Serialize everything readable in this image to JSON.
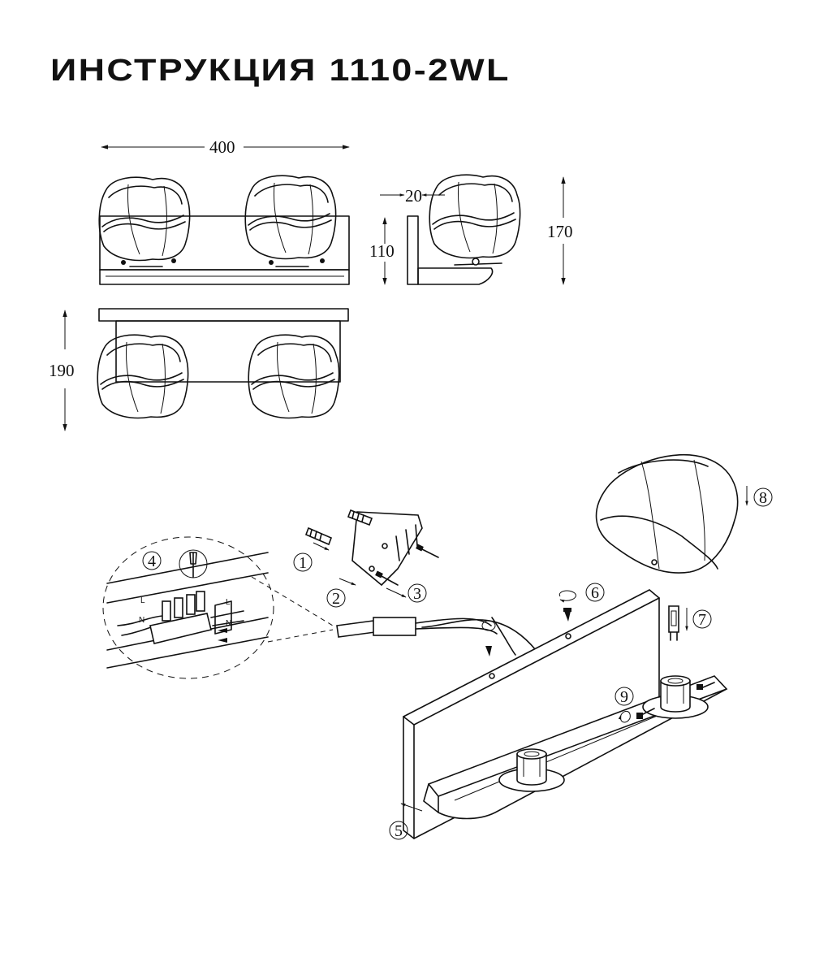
{
  "title": "ИНСТРУКЦИЯ 1110-2WL",
  "dimensions": {
    "width": "400",
    "wall_offset": "20",
    "base_height": "110",
    "total_height": "170",
    "depth": "190"
  },
  "steps": [
    "1",
    "2",
    "3",
    "4",
    "5",
    "6",
    "7",
    "8",
    "9"
  ],
  "wire_labels": {
    "line": "L",
    "neutral": "N"
  }
}
